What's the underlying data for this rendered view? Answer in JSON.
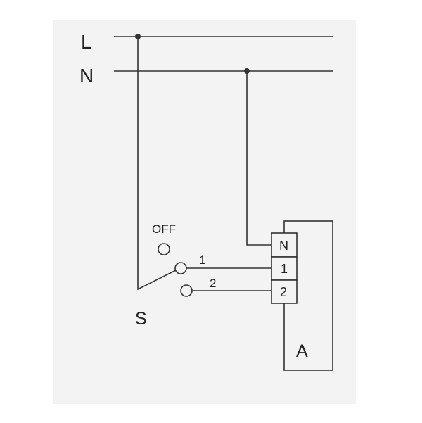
{
  "supply": {
    "line_label": "L",
    "neutral_label": "N"
  },
  "switch": {
    "label": "S",
    "off_label": "OFF",
    "pos1_label": "1",
    "pos2_label": "2"
  },
  "appliance": {
    "label": "A",
    "terminals": [
      "N",
      "1",
      "2"
    ]
  }
}
